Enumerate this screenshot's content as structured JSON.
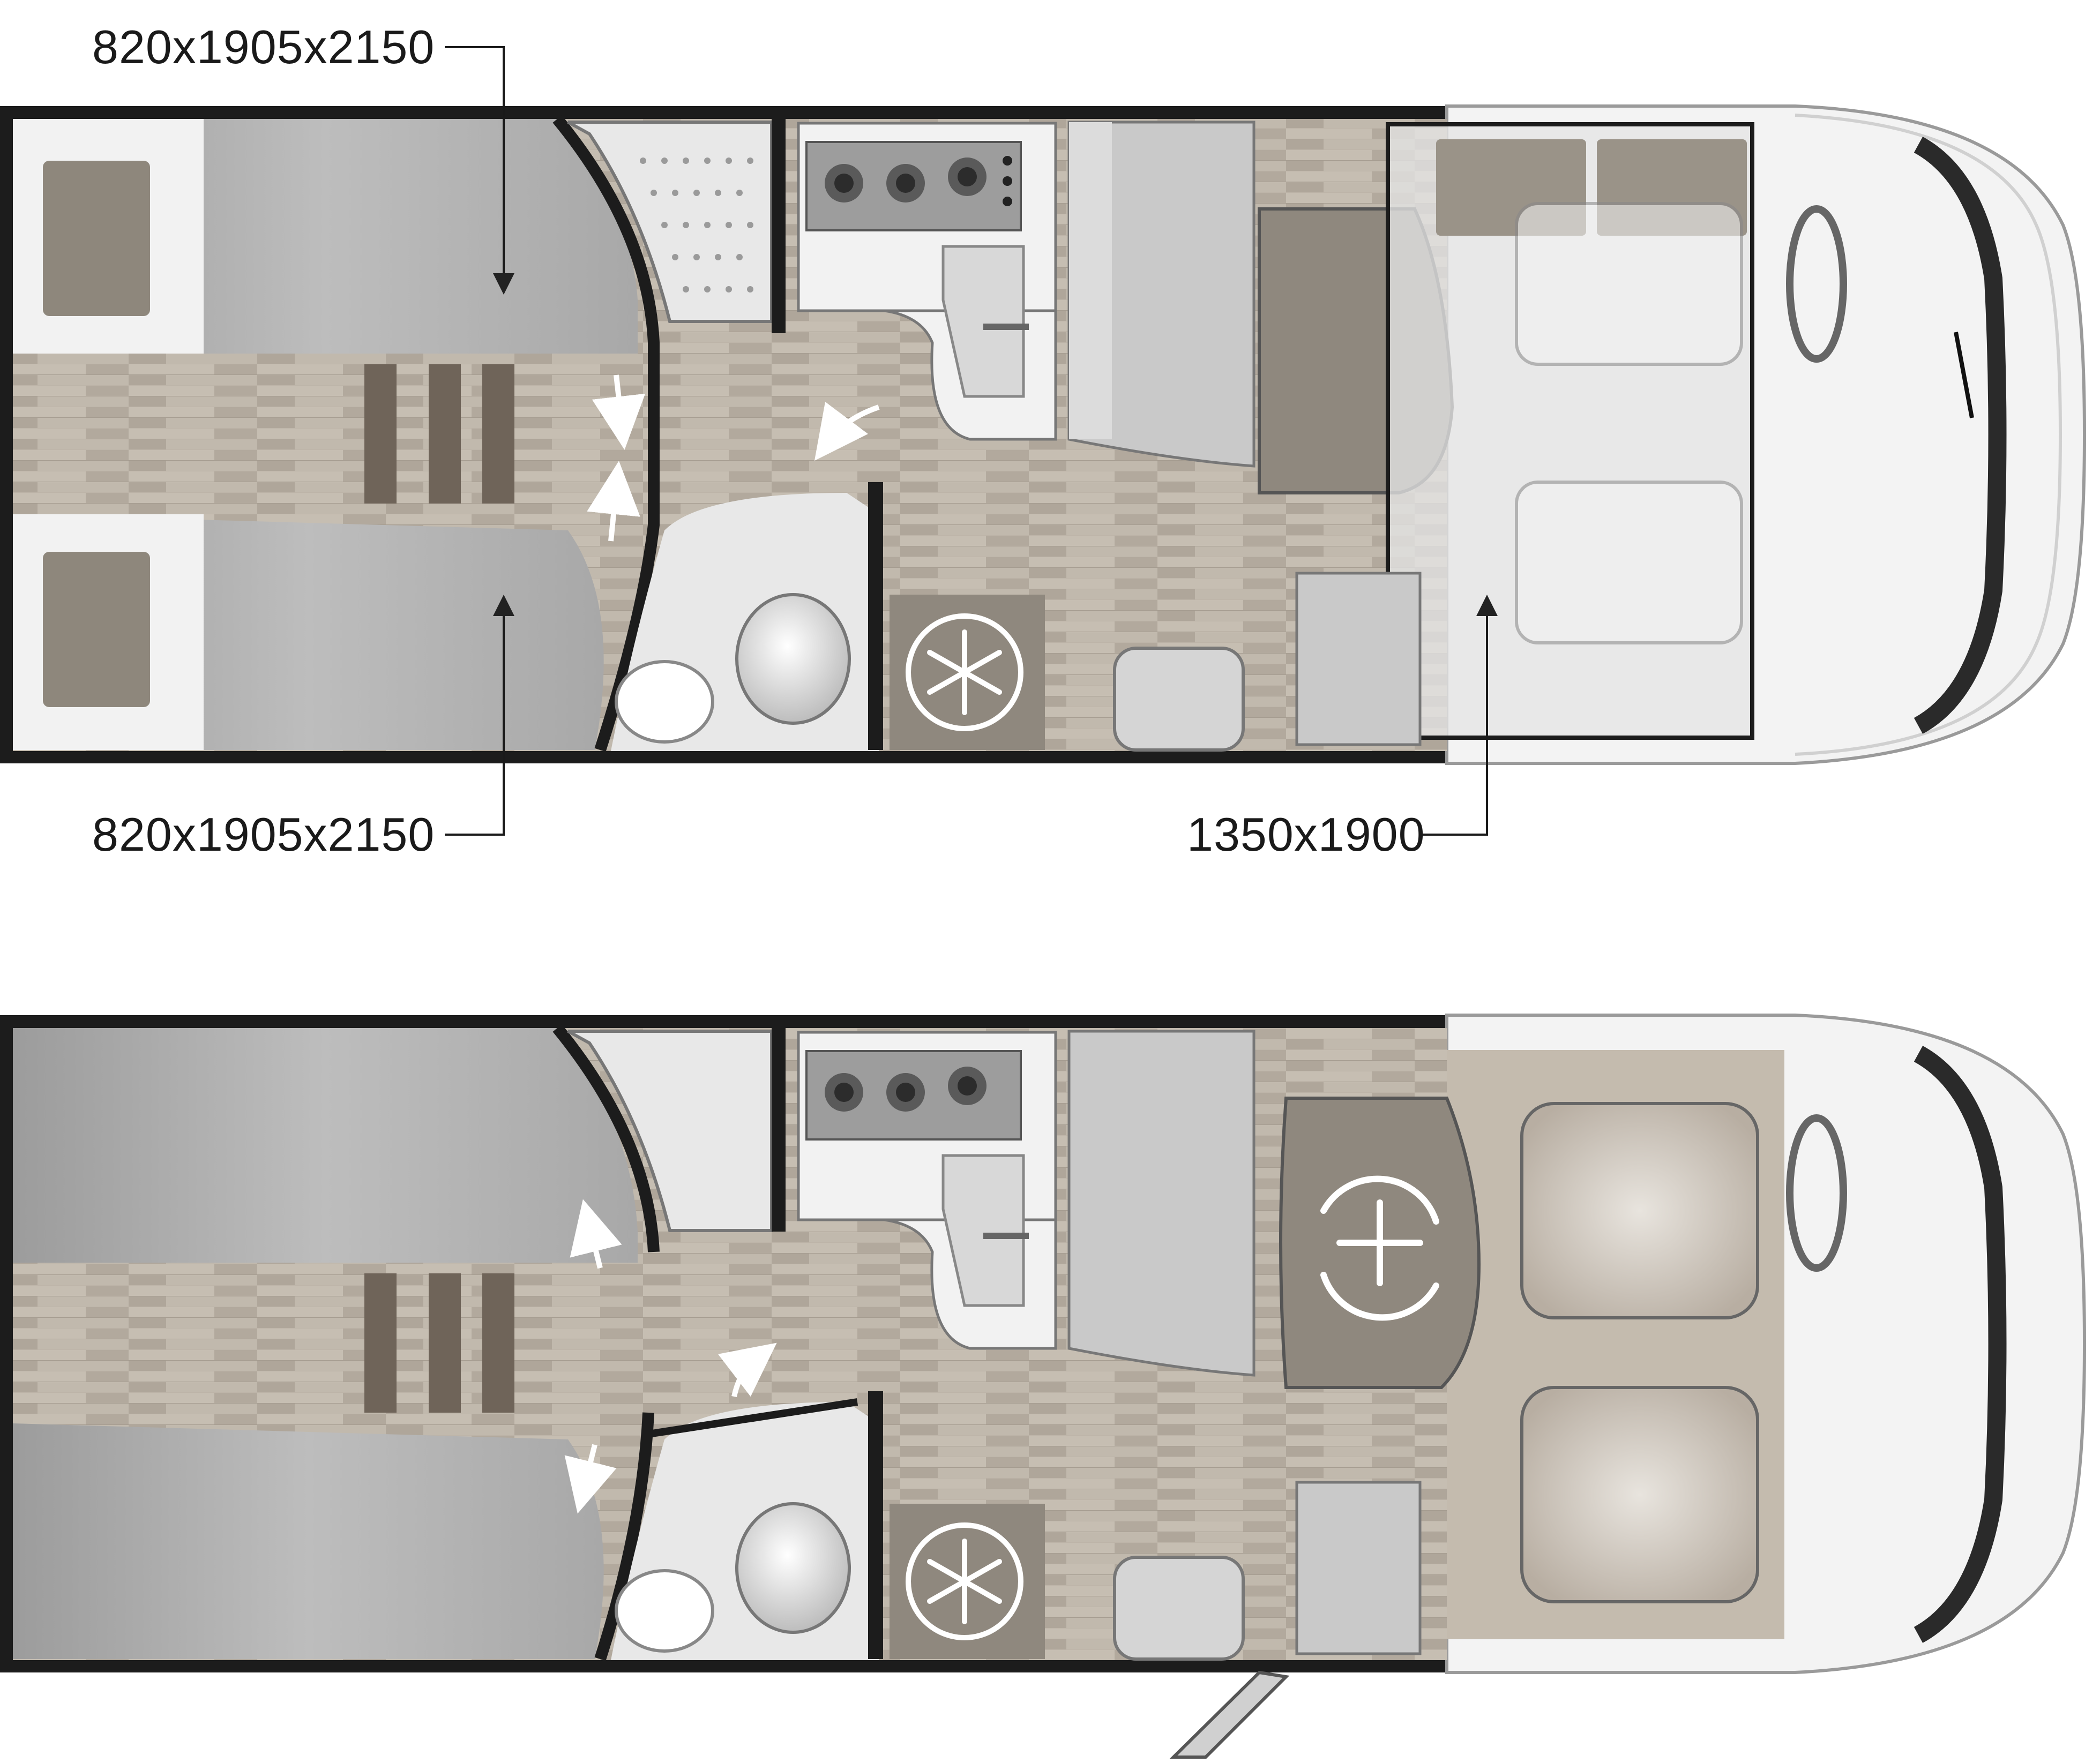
{
  "labels": {
    "top_left_upper": "820x1905x2150",
    "top_left_lower": "820x1905x2150",
    "top_right": "1350x1900"
  },
  "colors": {
    "floor": "#b9b0a4",
    "bed": "#b5b5b5",
    "bed_dark": "#8a8a8a",
    "pillow": "#8e877c",
    "wall": "#1c1c1c",
    "cab": "#e6e6e6",
    "taupe": "#8f887e",
    "white": "#f4f4f4"
  },
  "icons": {
    "fridge": "snowflake-icon",
    "table": "rotate-move-icon",
    "arrows": "double-arrow-icon"
  }
}
